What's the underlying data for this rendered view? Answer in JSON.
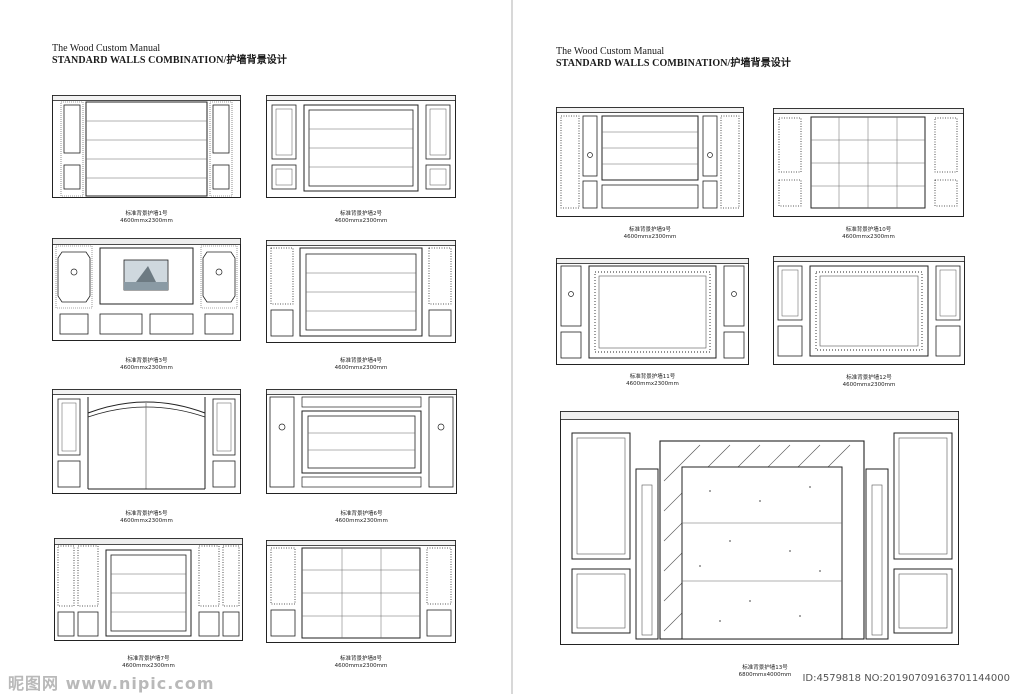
{
  "watermark": {
    "logo_text": "昵图网 www.nipic.com",
    "id_text": "ID:4579818 NO:20190709163701144000"
  },
  "pages": [
    {
      "header": {
        "subtitle": "The Wood Custom Manual",
        "title": "STANDARD WALLS COMBINATION/护墙背景设计"
      },
      "panels": [
        {
          "label": "标准背景护墙1号",
          "size": "4600mmx2300mm"
        },
        {
          "label": "标准背景护墙2号",
          "size": "4600mmx2300mm"
        },
        {
          "label": "标准背景护墙3号",
          "size": "4600mmx2300mm"
        },
        {
          "label": "标准背景护墙4号",
          "size": "4600mmx2300mm"
        },
        {
          "label": "标准背景护墙5号",
          "size": "4600mmx2300mm"
        },
        {
          "label": "标准背景护墙6号",
          "size": "4600mmx2300mm"
        },
        {
          "label": "标准背景护墙7号",
          "size": "4600mmx2300mm"
        },
        {
          "label": "标准背景护墙8号",
          "size": "4600mmx2300mm"
        }
      ]
    },
    {
      "header": {
        "subtitle": "The Wood Custom Manual",
        "title": "STANDARD WALLS COMBINATION/护墙背景设计"
      },
      "panels": [
        {
          "label": "标准背景护墙9号",
          "size": "4600mmx2300mm"
        },
        {
          "label": "标准背景护墙10号",
          "size": "4600mmx2300mm"
        },
        {
          "label": "标准背景护墙11号",
          "size": "4600mmx2300mm"
        },
        {
          "label": "标准背景护墙12号",
          "size": "4600mmx2300mm"
        },
        {
          "label": "标准背景护墙13号",
          "size": "6800mmx4000mm"
        }
      ]
    }
  ]
}
